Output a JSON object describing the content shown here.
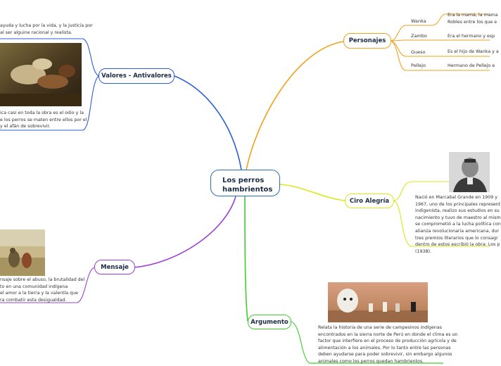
{
  "central": {
    "line1": "Los perros",
    "line2": "hambrientos"
  },
  "valores": {
    "label": "Valores - Antivalores",
    "text_top": [
      "ayuda y lucha por la vida, y la justicia por",
      "al ser alguine racional y realista."
    ],
    "text_bottom": [
      "ica casi en toda la obra es el odio y la",
      "e los perros se maten entre ellos por el",
      "y el afán de sobrevivir."
    ]
  },
  "mensaje": {
    "label": "Mensaje",
    "text": [
      "nsaje sobre el abuso, la brutalidad del",
      "to en una comunidad indígena",
      "el amor a la tierra y la valentía que",
      "ra combatir esta desigualdad."
    ]
  },
  "personajes": {
    "label": "Personajes",
    "items": [
      {
        "name": "Wanka",
        "desc": [
          "Era la mamá, la mama",
          "Robles entre los que e"
        ]
      },
      {
        "name": "Zambo",
        "desc": [
          "Era el hermano y esp"
        ]
      },
      {
        "name": "Gueso",
        "desc": [
          "Es el hijo de Wanka y a"
        ]
      },
      {
        "name": "Pellejo",
        "desc": [
          "Hermano de Pellejo e"
        ]
      }
    ]
  },
  "ciro": {
    "label": "Ciro Alegría",
    "text": [
      "Nació en Marcabal Grande en 1909 y",
      "1967, uno de los principales represent",
      "indigenista, realizo sus estudios en su",
      "nacimiento y tuvo de maestro al mism",
      "se comprometió a la lucha política con",
      "alianza revolucionaria americana, dur",
      "tres premios literarios que lo consagr",
      "dentro de estos escribió la obra: Los p",
      "(1938)."
    ]
  },
  "argumento": {
    "label": "Argumento",
    "text": [
      "Relata la historia de una serie de campesinos indígenas",
      "encontrados en la sierra norte de Perú en donde el clima es un",
      "factor que interfiere en el proceso de producción agrícola y de",
      "alimentación a los animales. Por lo tanto entre las personas",
      "deben ayudarse para poder sobrevivir, sin embargo algunos",
      "animales como los perros quedan hambrientos."
    ]
  },
  "colors": {
    "valores": "#2a5fd6",
    "mensaje": "#9b3fd8",
    "personajes": "#f0a21e",
    "ciro": "#d9e81c",
    "argumento": "#3fcf2d",
    "central": "#2a6fb5"
  }
}
